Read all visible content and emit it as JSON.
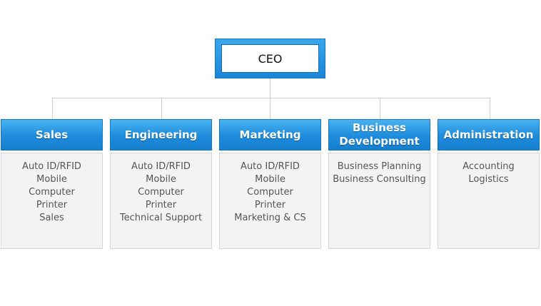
{
  "ceo": {
    "label": "CEO"
  },
  "departments": [
    {
      "title": "Sales",
      "items": [
        "Auto ID/RFID",
        "Mobile",
        "Computer",
        "Printer",
        "Sales"
      ]
    },
    {
      "title": "Engineering",
      "items": [
        "Auto ID/RFID",
        "Mobile",
        "Computer",
        "Printer",
        "Technical Support"
      ]
    },
    {
      "title": "Marketing",
      "items": [
        "Auto ID/RFID",
        "Mobile",
        "Computer",
        "Printer",
        "Marketing & CS"
      ]
    },
    {
      "title": "Business\nDevelopment",
      "items": [
        "Business Planning",
        "Business Consulting"
      ]
    },
    {
      "title": "Administration",
      "items": [
        "Accounting",
        "Logistics"
      ]
    }
  ],
  "colors": {
    "header_blue": "#1e8bdd",
    "line_gray": "#cfcfcf",
    "body_gray": "#f3f3f3"
  }
}
